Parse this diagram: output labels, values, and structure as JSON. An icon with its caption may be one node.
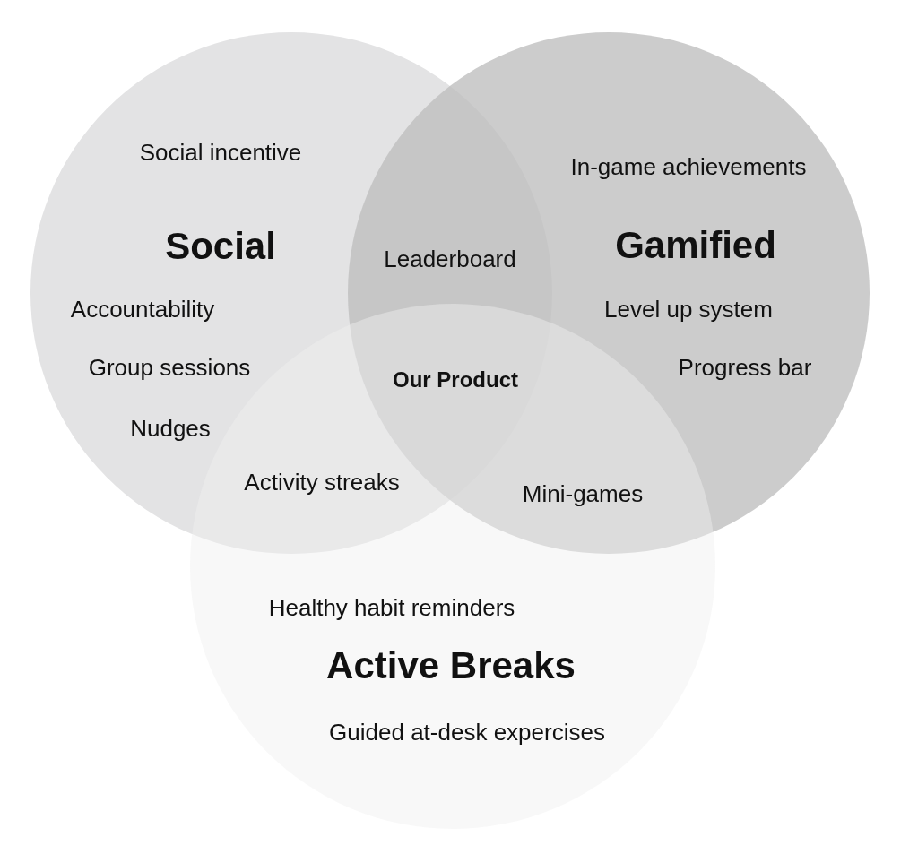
{
  "diagram": {
    "nodes": [
      {
        "text": [
          "Social incentive",
          "Social",
          "Accountability",
          "Group sessions",
          "Nudges"
        ]
      },
      {
        "text": [
          "In-game achievements",
          "Gamified",
          "Level up system",
          "Progress bar"
        ]
      },
      {
        "text": [
          "Healthy habit reminders",
          "Active Breaks",
          "Guided at-desk expercises"
        ]
      }
    ],
    "labels": [
      "Leaderboard",
      "Our Product",
      "Activity streaks",
      "Mini-games"
    ]
  }
}
